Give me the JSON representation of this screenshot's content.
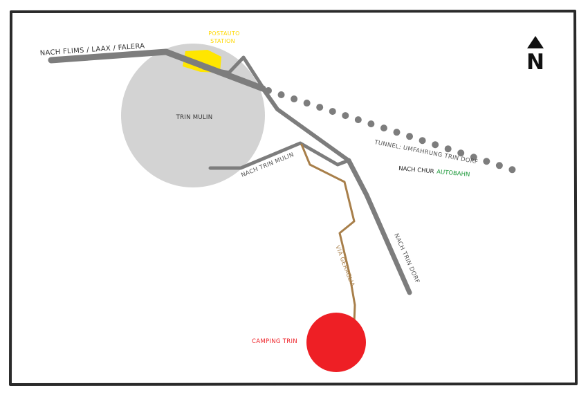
{
  "map": {
    "labels": {
      "flims": "NACH FLIMS / LAAX / FALERA",
      "postauto_line1": "POSTAUTO",
      "postauto_line2": "STATION",
      "trin_mulin": "TRIN MULIN",
      "tunnel": "TUNNEL: UMFAHRUNG TRIN DORF",
      "chur_prefix": "NACH CHUR",
      "chur_autobahn": "AUTOBAHN",
      "nach_trin_mulin": "NACH TRIN MULIN",
      "via_geraglia": "VIA GERAGLIA",
      "nach_trin_dorf": "NACH TRIN DORF",
      "camping": "CAMPING TRIN",
      "north": "N"
    },
    "colors": {
      "road": "#7d7d7d",
      "path": "#a87f4a",
      "village": "#d3d3d3",
      "camping": "#ee1f25",
      "postauto": "#ffe600",
      "autobahn": "#1f9a3c",
      "frame": "#2a2a2a",
      "text": "#333333"
    },
    "icons": {
      "north": "north-arrow-icon",
      "camping": "camping-marker-icon",
      "postauto": "bus-station-icon"
    }
  }
}
